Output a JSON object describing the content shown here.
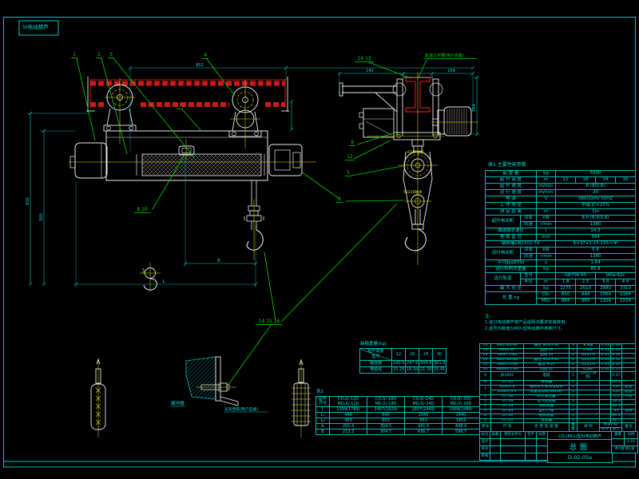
{
  "stamp": {
    "label": "5t电动葫芦"
  },
  "colors": {
    "cyan": "#00d8d8",
    "green": "#00d400",
    "red": "#d01818",
    "yellow": "#e6e600",
    "white": "#e8e8e8",
    "bg": "#000000"
  },
  "balloons": {
    "b1": "1",
    "b2": "2",
    "b3": "3",
    "b4": "4",
    "b7": "7",
    "b810": "8 10",
    "b1413": "14 13",
    "b9": "9",
    "b12": "12",
    "b5": "5",
    "b6": "6",
    "b141516": "14 15 16"
  },
  "view_labels": {
    "track": "轨道工字钢(用户自备)",
    "buffer": "缓冲器",
    "stop": "安装挡铁(用户自备)",
    "bearing1": "6317轴承",
    "bearing2": "51210轴承"
  },
  "dims": {
    "top_main": "852",
    "left_outer": "630",
    "left_inner": "560",
    "bottom_b": "B",
    "bottom_l": "L",
    "ev_left": "142",
    "ev_right": "154",
    "ev_side": "254"
  },
  "notes": {
    "title": "注:",
    "line1": "1.进口电动葫芦按产品说明书要求安装使用。",
    "line2": "2.括号内数值为MD₁型电动葫芦参数尺寸。"
  },
  "tech_table": {
    "title": "表1 主要性能参数",
    "widths": [
      44,
      20,
      24,
      25,
      25,
      25,
      25
    ],
    "rows": [
      [
        {
          "t": "起 重 量",
          "c": 2
        },
        {
          "t": "kg"
        },
        {
          "t": "5000",
          "c": 4
        }
      ],
      [
        {
          "t": "起 升 高 度",
          "c": 2
        },
        {
          "t": "m"
        },
        {
          "t": "12"
        },
        {
          "t": "18"
        },
        {
          "t": "24"
        },
        {
          "t": "30"
        }
      ],
      [
        {
          "t": "起 升 速 度",
          "c": 2
        },
        {
          "t": "m/min"
        },
        {
          "t": "8 (8/0.8)",
          "c": 4
        }
      ],
      [
        {
          "t": "运 行 速 度",
          "c": 2
        },
        {
          "t": "m/min"
        },
        {
          "t": "20",
          "c": 4
        }
      ],
      [
        {
          "t": "电  源",
          "c": 2
        },
        {
          "t": "V"
        },
        {
          "t": "380/220V 50HZ",
          "c": 4
        }
      ],
      [
        {
          "t": "工 作 类 型",
          "c": 2
        },
        {
          "t": ""
        },
        {
          "t": "中级 JC=25%",
          "c": 4
        }
      ],
      [
        {
          "t": "测 音 距 离",
          "c": 2
        },
        {
          "t": "m"
        },
        {
          "t": "1m",
          "c": 4
        }
      ],
      [
        {
          "t": "起升电动机",
          "r": 2
        },
        {
          "t": "功率"
        },
        {
          "t": "kW"
        },
        {
          "t": "8.0 (8.0/0.8)",
          "c": 4
        }
      ],
      [
        {
          "t": "转速"
        },
        {
          "t": "r/min"
        },
        {
          "t": "1380",
          "c": 4
        }
      ],
      [
        {
          "t": "减速器总速比",
          "c": 2
        },
        {
          "t": "i"
        },
        {
          "t": "14.3",
          "c": 4
        }
      ],
      [
        {
          "t": "卷 筒 直 径",
          "c": 2
        },
        {
          "t": "mm"
        },
        {
          "t": "394",
          "c": 4
        }
      ],
      [
        {
          "t": "钢丝绳GB1102-74",
          "c": 3
        },
        {
          "t": "6×37+1-15-155-I-甲",
          "c": 4
        }
      ],
      [
        {
          "t": "运行电动机",
          "r": 2
        },
        {
          "t": "功率"
        },
        {
          "t": "kW"
        },
        {
          "t": "0.4",
          "c": 4
        }
      ],
      [
        {
          "t": "转速"
        },
        {
          "t": "r/min"
        },
        {
          "t": "1380",
          "c": 4
        }
      ],
      [
        {
          "t": "平均起动时间",
          "c": 2
        },
        {
          "t": "s"
        },
        {
          "t": "1.64",
          "c": 4
        }
      ],
      [
        {
          "t": "运行机构总重量",
          "c": 2
        },
        {
          "t": "kg"
        },
        {
          "t": "85.8",
          "c": 4
        }
      ],
      [
        {
          "t": "运行轨道",
          "r": 2
        },
        {
          "t": "型号"
        },
        {
          "t": ""
        },
        {
          "t": "GB706-65",
          "c": 2
        },
        {
          "t": "I40a-63c",
          "c": 2
        }
      ],
      [
        {
          "t": "半径"
        },
        {
          "t": "m"
        },
        {
          "t": "1.8"
        },
        {
          "t": "2.5"
        },
        {
          "t": "3.4"
        },
        {
          "t": "4.4"
        }
      ],
      [
        {
          "t": "最 大 轮 压",
          "c": 2
        },
        {
          "t": "kg"
        },
        {
          "t": "2275"
        },
        {
          "t": "2610"
        },
        {
          "t": "2980"
        },
        {
          "t": "3310"
        }
      ],
      [
        {
          "t": "总  重  kg",
          "c": 2,
          "r": 2
        },
        {
          "t": "CD₁"
        },
        {
          "t": "850"
        },
        {
          "t": "944"
        },
        {
          "t": "1064"
        },
        {
          "t": "1184"
        }
      ],
      [
        {
          "t": "MD₁"
        },
        {
          "t": "884"
        },
        {
          "t": "983"
        },
        {
          "t": "1104"
        },
        {
          "t": "1224"
        }
      ]
    ]
  },
  "packing_table": {
    "title": "装箱重量(kg)",
    "widths": [
      40,
      17,
      17,
      17,
      17
    ],
    "rows": [
      [
        {
          "t": "起升高度\n型号",
          "cls": "diag"
        },
        {
          "t": "12"
        },
        {
          "t": "18"
        },
        {
          "t": "24"
        },
        {
          "t": "30"
        }
      ],
      [
        {
          "t": "钢丝绳"
        },
        {
          "t": "190.5"
        },
        {
          "t": "247.6"
        },
        {
          "t": "304.8"
        },
        {
          "t": "361.9"
        }
      ],
      [
        {
          "t": "电缆线"
        },
        {
          "t": "15.25"
        },
        {
          "t": "16.34"
        },
        {
          "t": "21.39"
        },
        {
          "t": "25.41"
        }
      ]
    ]
  },
  "dim_table": {
    "title": "表2",
    "widths": [
      17,
      47,
      47,
      47,
      47
    ],
    "rows": [
      [
        {
          "t": "型号\n尺寸",
          "cls": "diag"
        },
        {
          "t": "CD₁5/-12D\nMD₁5/-12D"
        },
        {
          "t": "CD₁5/-18D\nMD₁5/-18D"
        },
        {
          "t": "CD₁5/-24D\nMD₁5/-24D"
        },
        {
          "t": "CD₁5/-30D\nMD₁5/-30D"
        }
      ],
      [
        {
          "t": "L"
        },
        {
          "t": "1399(1789)"
        },
        {
          "t": "1467(1829)"
        },
        {
          "t": "1807(2449)"
        },
        {
          "t": "1999(2489)"
        }
      ],
      [
        {
          "t": "L₁"
        },
        {
          "t": "440"
        },
        {
          "t": "640"
        },
        {
          "t": "1040"
        },
        {
          "t": "1440"
        }
      ],
      [
        {
          "t": "L₂"
        },
        {
          "t": "453"
        },
        {
          "t": "653"
        },
        {
          "t": "953"
        },
        {
          "t": "1453"
        }
      ],
      [
        {
          "t": "A"
        },
        {
          "t": "291.4"
        },
        {
          "t": "304.5"
        },
        {
          "t": "341.5"
        },
        {
          "t": "448.4"
        }
      ],
      [
        {
          "t": "B"
        },
        {
          "t": "213.3"
        },
        {
          "t": "304.7"
        },
        {
          "t": "436.7"
        },
        {
          "t": "598.7"
        }
      ]
    ]
  },
  "bom_table": {
    "widths": [
      14,
      41,
      57,
      10,
      28,
      14,
      14,
      17
    ],
    "rows": [
      [
        {
          "t": "15"
        },
        {
          "t": "GB5783-86"
        },
        {
          "t": "螺栓 M10×30"
        },
        {
          "t": "3"
        },
        {
          "t": "8.8级"
        },
        {
          "t": "0.03"
        },
        {
          "t": "0.09"
        },
        {
          "t": ""
        }
      ],
      [
        {
          "t": "14"
        },
        {
          "t": "GB93-87"
        },
        {
          "t": "垫圈 10"
        },
        {
          "t": "3"
        },
        {
          "t": "65Mn"
        },
        {
          "t": "0.01"
        },
        {
          "t": "0.03"
        },
        {
          "t": ""
        }
      ],
      [
        {
          "t": "13"
        },
        {
          "t": "GB97.1-85"
        },
        {
          "t": "垫圈 10"
        },
        {
          "t": "4"
        },
        {
          "t": "Q235-A"
        },
        {
          "t": "0.01"
        },
        {
          "t": "0.04"
        },
        {
          "t": ""
        }
      ],
      [
        {
          "t": "12"
        },
        {
          "t": "GB5782-86"
        },
        {
          "t": "螺栓 M10×40"
        },
        {
          "t": "4"
        },
        {
          "t": "Q235-A"
        },
        {
          "t": "0.03"
        },
        {
          "t": "0.12"
        },
        {
          "t": ""
        }
      ],
      [
        {
          "t": "11"
        },
        {
          "t": "GB6170-86"
        },
        {
          "t": "螺母 M10"
        },
        {
          "t": "4"
        },
        {
          "t": "Q235-A"
        },
        {
          "t": "0.01"
        },
        {
          "t": "0.05"
        },
        {
          "t": ""
        }
      ],
      [
        {
          "t": "10"
        },
        {
          "t": "GB893.1-86"
        },
        {
          "t": "挡圈 52"
        },
        {
          "t": "4"
        },
        {
          "t": "65Mn"
        },
        {
          "t": "0.04"
        },
        {
          "t": "0.15"
        },
        {
          "t": ""
        }
      ],
      [
        {
          "t": "9"
        },
        {
          "t": "JB1602"
        },
        {
          "t": "电缆"
        },
        {
          "t": "1"
        },
        {
          "t": "以m计(另购)"
        },
        {
          "t": ""
        },
        {
          "t": "0.07"
        },
        {
          "t": ""
        }
      ],
      [
        {
          "t": "8"
        },
        {
          "t": ".07.05"
        },
        {
          "t": "导绳器"
        },
        {
          "t": "1"
        },
        {
          "t": ""
        },
        {
          "t": ""
        },
        {
          "t": "29.15"
        },
        {
          "t": ""
        }
      ],
      [
        {
          "t": "7",
          "r": 2
        },
        {
          "t": "ZD₁41-4"
        },
        {
          "t": "锥形转子制动电动机"
        },
        {
          "t": "1"
        },
        {
          "t": ""
        },
        {
          "t": ""
        },
        {
          "t": "114"
        },
        {
          "t": "配套"
        }
      ],
      [
        {
          "t": "ZDS₁0.4-1"
        },
        {
          "t": "双速电动机(MD₁用)"
        },
        {
          "t": "1"
        },
        {
          "t": ""
        },
        {
          "t": ""
        },
        {
          "t": "110"
        },
        {
          "t": "配套"
        }
      ],
      [
        {
          "t": "6"
        },
        {
          "t": ".07.06"
        },
        {
          "t": "断火限位器"
        },
        {
          "t": "1"
        },
        {
          "t": ""
        },
        {
          "t": ""
        },
        {
          "t": "4.4"
        },
        {
          "t": "外购"
        }
      ],
      [
        {
          "t": "5"
        },
        {
          "t": ".07.09"
        },
        {
          "t": "电气控制箱"
        },
        {
          "t": "1"
        },
        {
          "t": ""
        },
        {
          "t": ""
        },
        {
          "t": "18.6"
        },
        {
          "t": ""
        }
      ],
      [
        {
          "t": "4"
        },
        {
          "t": ".07.04"
        },
        {
          "t": "吊钩装置"
        },
        {
          "t": "1"
        },
        {
          "t": ""
        },
        {
          "t": ""
        },
        {
          "t": "34.5"
        },
        {
          "t": ""
        }
      ],
      [
        {
          "t": "3"
        },
        {
          "t": ".07.03"
        },
        {
          "t": "运行小车"
        },
        {
          "t": "1"
        },
        {
          "t": ""
        },
        {
          "t": ""
        },
        {
          "t": "45"
        },
        {
          "t": "借用"
        }
      ],
      [
        {
          "t": "2"
        },
        {
          "t": ".07.02"
        },
        {
          "t": "卷筒装置"
        },
        {
          "t": "1"
        },
        {
          "t": ""
        },
        {
          "t": ""
        },
        {
          "t": "96.0"
        },
        {
          "t": ""
        }
      ],
      [
        {
          "t": "1"
        },
        {
          "t": ".07.01"
        },
        {
          "t": "减速器"
        },
        {
          "t": "1"
        },
        {
          "t": ""
        },
        {
          "t": ""
        },
        {
          "t": "98.5"
        },
        {
          "t": ""
        }
      ],
      [
        {
          "t": "序号",
          "r": 2
        },
        {
          "t": "代  号",
          "r": 2
        },
        {
          "t": "名 称 及 规 格",
          "r": 2
        },
        {
          "t": "数量",
          "r": 2
        },
        {
          "t": "材 料",
          "r": 2
        },
        {
          "t": "重量(kg)",
          "c": 2
        },
        {
          "t": "备注",
          "r": 2
        }
      ],
      [
        {
          "t": "单件"
        },
        {
          "t": "总计"
        }
      ]
    ]
  },
  "title_block": {
    "product": "CD₁(MD₁)型5t电动葫芦",
    "sheet_name": "总图",
    "drawing_no": "D-02-05a",
    "left": {
      "widths": [
        13,
        13,
        31,
        14,
        14
      ],
      "rows": [
        [
          {
            "t": "标记"
          },
          {
            "t": "处数"
          },
          {
            "t": "更改文件号"
          },
          {
            "t": "签字"
          },
          {
            "t": "日期"
          }
        ],
        [
          {
            "t": "设计"
          },
          {
            "t": ""
          },
          {
            "t": ""
          },
          {
            "t": ""
          },
          {
            "t": ""
          }
        ],
        [
          {
            "t": "校对"
          },
          {
            "t": ""
          },
          {
            "t": ""
          },
          {
            "t": ""
          },
          {
            "t": ""
          }
        ],
        [
          {
            "t": "审核"
          },
          {
            "t": ""
          },
          {
            "t": ""
          },
          {
            "t": ""
          },
          {
            "t": ""
          }
        ]
      ]
    },
    "right": {
      "widths": [
        16,
        17
      ],
      "rows": [
        [
          {
            "t": "重量"
          },
          {
            "t": "比例"
          }
        ],
        [
          {
            "t": ""
          },
          {
            "t": "1:10"
          }
        ],
        [
          {
            "t": "共1张 第1张",
            "c": 2
          }
        ]
      ]
    }
  }
}
